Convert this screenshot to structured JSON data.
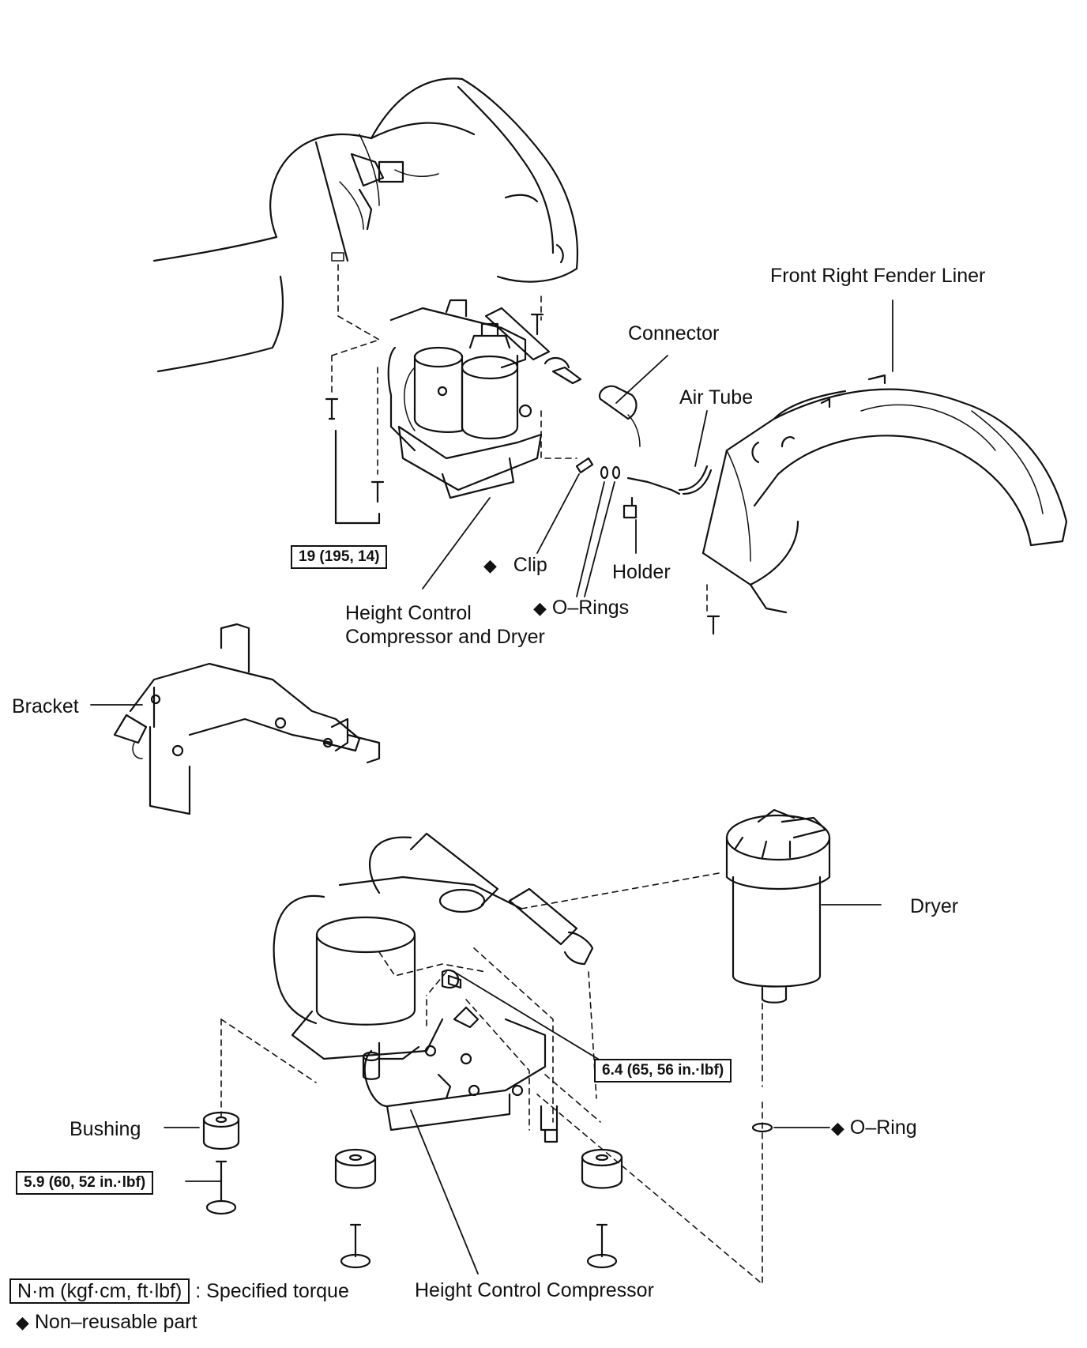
{
  "labels": {
    "fender_liner": "Front Right Fender Liner",
    "connector": "Connector",
    "air_tube": "Air Tube",
    "clip": "Clip",
    "holder": "Holder",
    "o_rings": "O–Rings",
    "compressor_dryer_1": "Height Control",
    "compressor_dryer_2": "Compressor and Dryer",
    "bracket": "Bracket",
    "dryer": "Dryer",
    "bushing": "Bushing",
    "o_ring": "O–Ring",
    "compressor": "Height Control Compressor"
  },
  "torques": {
    "t1": "19 (195, 14)",
    "t2": "6.4 (65, 56 in.·lbf)",
    "t3": "5.9 (60, 52 in.·lbf)"
  },
  "non_reusable_marker": "◆",
  "legend": {
    "unit": "N·m (kgf·cm, ft·lbf)",
    "unit_desc": ": Specified torque",
    "nonreusable": "Non–reusable part"
  }
}
